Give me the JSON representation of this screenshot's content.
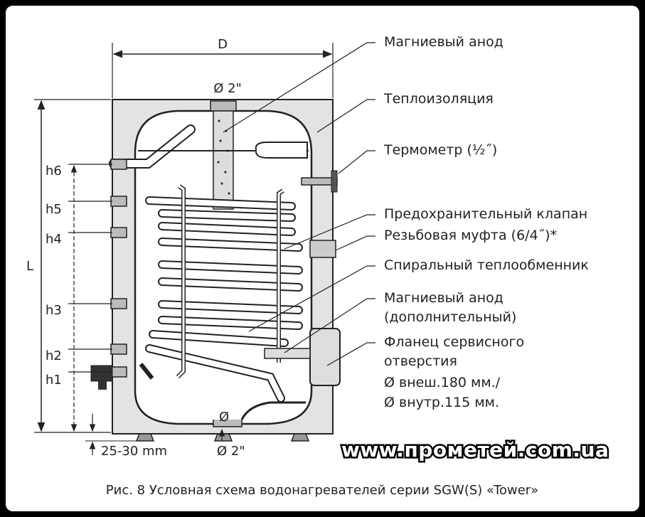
{
  "dimensions": {
    "width_label": "D",
    "height_label": "L",
    "top_port": "Ø 2\"",
    "bottom_port": "Ø 2\"",
    "bottom_small": "Ø",
    "feet_gap": "25-30 mm",
    "heights": [
      "h6",
      "h5",
      "h4",
      "h3",
      "h2",
      "h1"
    ]
  },
  "labels": [
    "Магниевый анод",
    "Теплоизоляция",
    "Термометр (½˝)",
    "Предохранительный клапан",
    "Резьбовая муфта (6/4˝)*",
    "Спиральный теплообменник",
    "Магниевый анод",
    "(дополнительный)",
    "Фланец сервисного",
    "отверстия",
    "Ø внеш.180 мм./",
    "Ø внутр.115 мм."
  ],
  "watermark": "www.прометей.com.ua",
  "caption": "Рис. 8 Условная схема водонагревателей серии SGW(S) «Tower»",
  "colors": {
    "background": "#000000",
    "panel": "#ffffff",
    "insulation": "#e3e3e3",
    "line": "#222222"
  }
}
